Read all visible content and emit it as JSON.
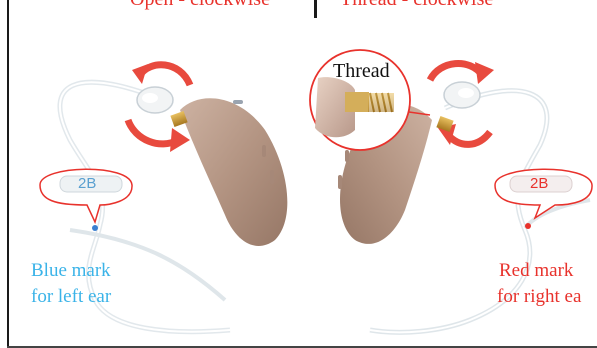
{
  "header": {
    "left_text": "Open - clockwise",
    "right_text": "Thread - clockwise"
  },
  "callouts": {
    "thread_label": "Thread",
    "left_model": "2B",
    "right_model": "2B"
  },
  "labels": {
    "left_line1": "Blue mark",
    "left_line2": "for left ear",
    "right_line1": "Red mark",
    "right_line2": "for right ea"
  },
  "colors": {
    "device_body": "#b89a88",
    "arrow": "#e84a3e",
    "blue_mark": "#3ab3e8",
    "red_mark": "#e8322c",
    "thread": "#c99a30"
  }
}
